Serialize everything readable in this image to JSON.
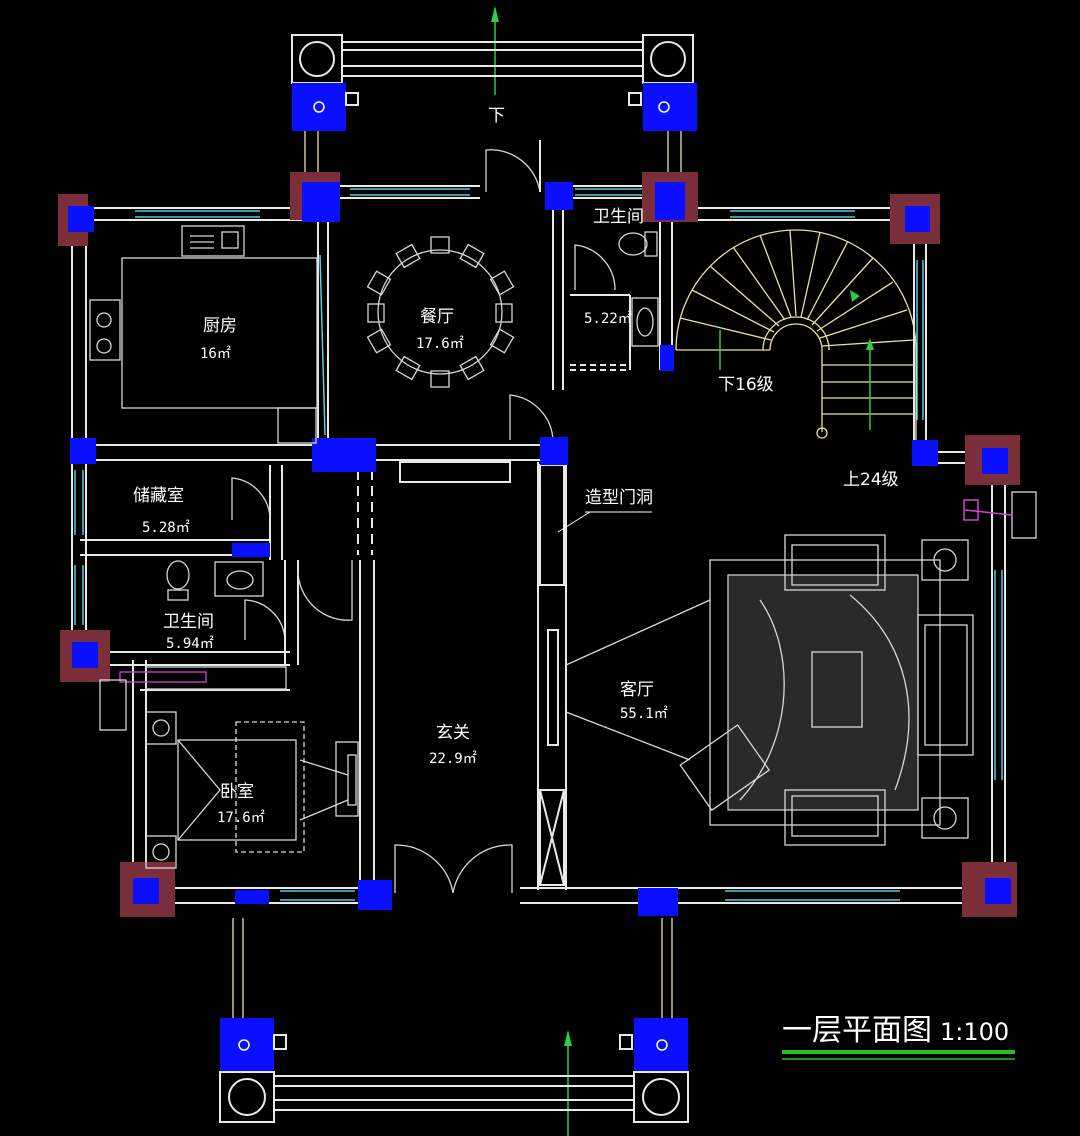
{
  "rooms": {
    "kitchen": {
      "name": "厨房",
      "area": "16㎡"
    },
    "dining": {
      "name": "餐厅",
      "area": "17.6㎡"
    },
    "bath_top": {
      "name": "卫生间",
      "area": "5.22㎡"
    },
    "storage": {
      "name": "储藏室",
      "area": "5.28㎡"
    },
    "bath_left": {
      "name": "卫生间",
      "area": "5.94㎡"
    },
    "bedroom": {
      "name": "卧室",
      "area": "17.6㎡"
    },
    "foyer": {
      "name": "玄关",
      "area": "22.9㎡"
    },
    "living": {
      "name": "客厅",
      "area": "55.1㎡"
    }
  },
  "annotations": {
    "stair_down": "下16级",
    "stair_up": "上24级",
    "arch": "造型门洞",
    "north_down": "下"
  },
  "title": {
    "text": "一层平面图",
    "scale": "1:100"
  },
  "colors": {
    "background": "#000000",
    "wall": "#e8e8e8",
    "column": "#0a10ff",
    "pilaster": "#7a2e3a",
    "window": "#4fd0e0",
    "stair": "#e8e39a",
    "north_arrow": "#2ecc40",
    "title_underline": "#22c022"
  }
}
